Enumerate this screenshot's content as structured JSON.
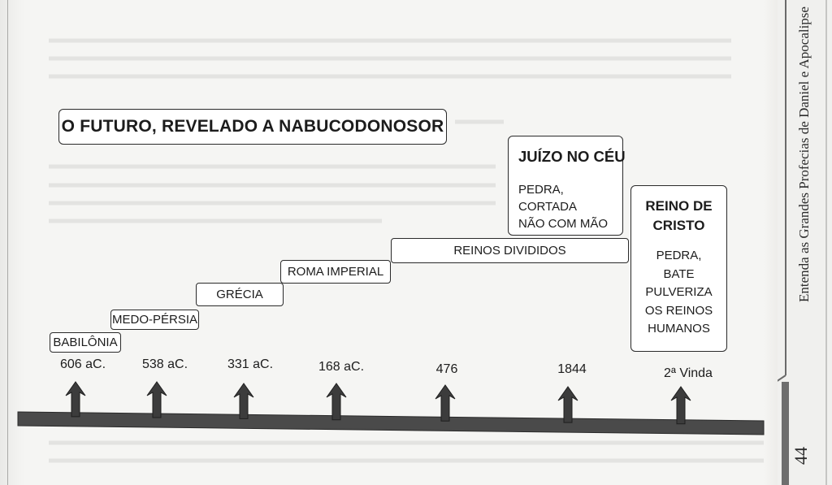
{
  "title": "O FUTURO, REVELADO A NABUCODONOSOR",
  "kingdoms": [
    {
      "label": "BABILÔNIA"
    },
    {
      "label": "MEDO-PÉRSIA"
    },
    {
      "label": "GRÉCIA"
    },
    {
      "label": "ROMA IMPERIAL"
    },
    {
      "label": "REINOS DIVIDIDOS"
    }
  ],
  "juizo": {
    "title": "JUÍZO NO CÉU",
    "description": "PEDRA, CORTADA\nNÃO COM MÃO"
  },
  "reino": {
    "title": "REINO DE\nCRISTO",
    "description": "PEDRA,\nBATE\nPULVERIZA\nOS REINOS\nHUMANOS"
  },
  "timeline": {
    "dates": [
      "606 aC.",
      "538 aC.",
      "331 aC.",
      "168 aC.",
      "476",
      "1844",
      "2ª Vinda"
    ]
  },
  "sidebar": {
    "book_title": "Entenda as Grandes Profecias de Daniel e Apocalipse",
    "page_number": "44"
  },
  "colors": {
    "bar": "#4a4a4a",
    "arrow": "#3c3c3c",
    "box_border": "#2a2a2a"
  }
}
